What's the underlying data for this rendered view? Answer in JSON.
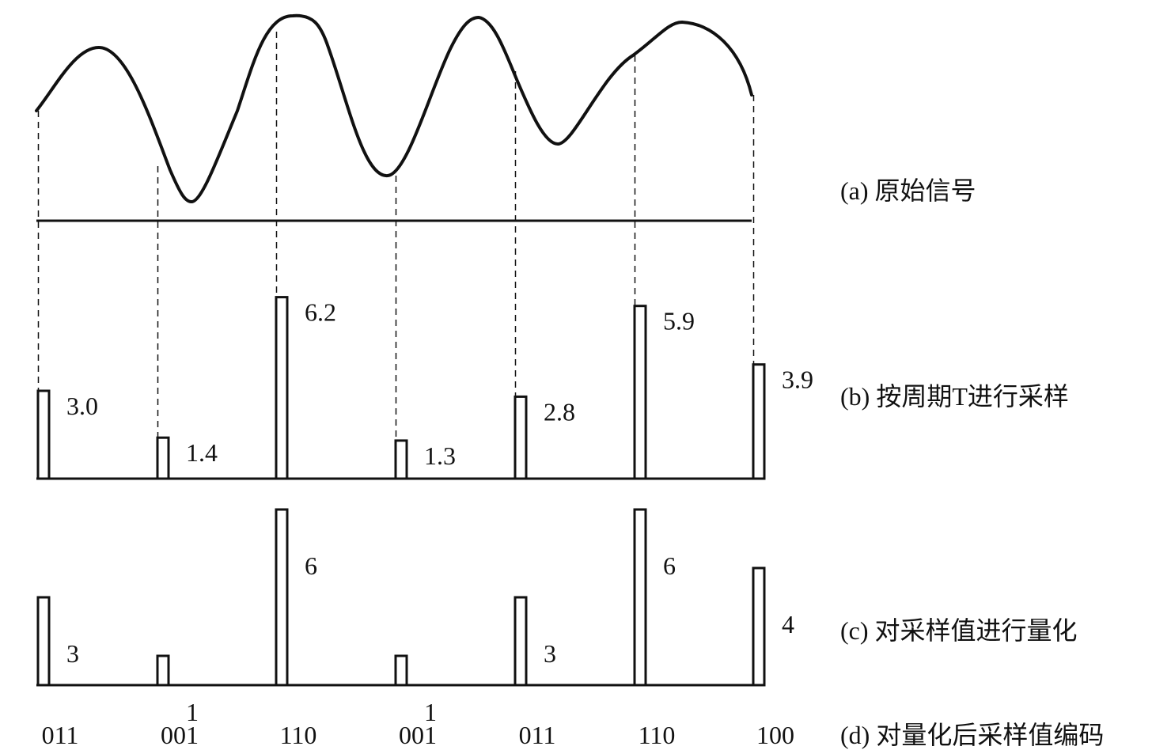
{
  "panels": [
    {
      "id": "a",
      "label": "(a) 原始信号"
    },
    {
      "id": "b",
      "label": "(b) 按周期T进行采样"
    },
    {
      "id": "c",
      "label": "(c) 对采样值进行量化"
    },
    {
      "id": "d",
      "label": "(d) 对量化后采样值编码"
    }
  ],
  "chart_data": {
    "type": "bar",
    "sampled_values": [
      "3.0",
      "1.4",
      "6.2",
      "1.3",
      "2.8",
      "5.9",
      "3.9"
    ],
    "quantized_values": [
      "3",
      "1",
      "6",
      "1",
      "3",
      "6",
      "4"
    ],
    "codes": [
      "011",
      "001",
      "110",
      "001",
      "011",
      "110",
      "100"
    ],
    "y_max": 8
  }
}
